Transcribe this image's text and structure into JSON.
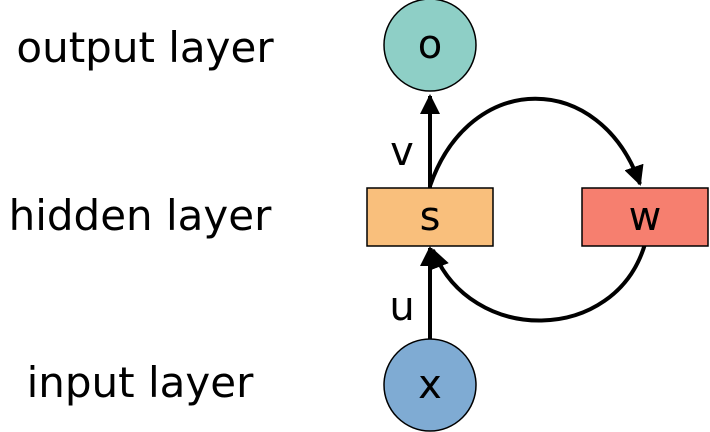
{
  "layers": {
    "output": "output layer",
    "hidden": "hidden layer",
    "input": "input layer"
  },
  "nodes": {
    "o": {
      "label": "o",
      "color": "#8ecfc6"
    },
    "s": {
      "label": "s",
      "color": "#f9bf7c"
    },
    "w": {
      "label": "w",
      "color": "#f67f6f"
    },
    "x": {
      "label": "x",
      "color": "#7fabd3"
    }
  },
  "edges": {
    "v": "v",
    "u": "u"
  }
}
